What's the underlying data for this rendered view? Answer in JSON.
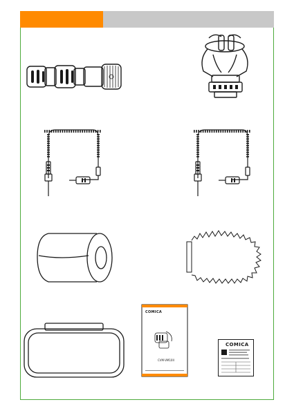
{
  "colors": {
    "header_accent": "#ff8a00",
    "header_bar": "#c8c8c8",
    "border": "#4daa3c",
    "line": "#1a1a1a"
  },
  "manual": {
    "brand": "COMICA",
    "model": "CVM-VM10II"
  },
  "card": {
    "brand": "COMICA"
  }
}
